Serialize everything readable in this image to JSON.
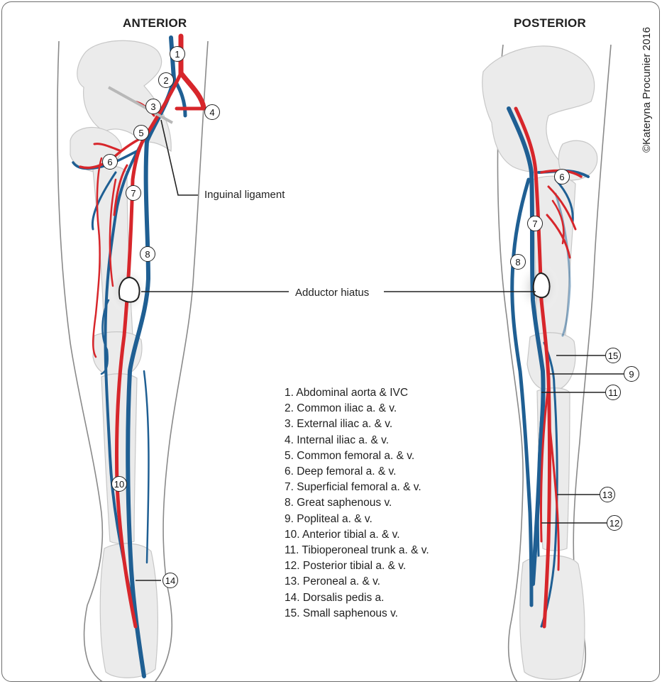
{
  "titles": {
    "anterior": "ANTERIOR",
    "posterior": "POSTERIOR"
  },
  "credit": "©Kateryna Procunier 2016",
  "callouts": {
    "inguinal": "Inguinal ligament",
    "adductor": "Adductor hiatus"
  },
  "legend": [
    "1. Abdominal aorta & IVC",
    "2. Common iliac a. & v.",
    "3. External iliac a. & v.",
    "4. Internal iliac a. & v.",
    "5. Common femoral a. & v.",
    "6. Deep femoral a. & v.",
    "7. Superficial femoral a. & v.",
    "8. Great saphenous v.",
    "9. Popliteal a. & v.",
    "10. Anterior tibial a. & v.",
    "11. Tibioperoneal trunk a. & v.",
    "12. Posterior tibial a. & v.",
    "13. Peroneal a. & v.",
    "14. Dorsalis pedis a.",
    "15. Small saphenous v."
  ],
  "markers": {
    "a1": "1",
    "a2": "2",
    "a3": "3",
    "a4": "4",
    "a5": "5",
    "a6": "6",
    "a7": "7",
    "a8": "8",
    "a10": "10",
    "a14": "14",
    "p6": "6",
    "p7": "7",
    "p8": "8",
    "p15": "15",
    "p9": "9",
    "p11": "11",
    "p13": "13",
    "p12": "12"
  },
  "colors": {
    "artery": "#d7262b",
    "vein": "#1f5f93",
    "bone": "#ebebeb",
    "outline": "#8a8a8a"
  }
}
